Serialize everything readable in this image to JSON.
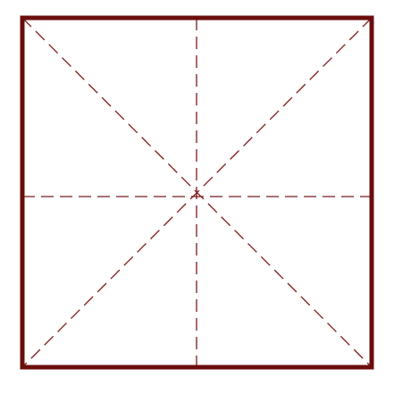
{
  "grid": {
    "type": "mi-zi-ge",
    "colors": {
      "border": "#6b0d0d",
      "guide": "#7a1a1a",
      "background": "#ffffff"
    },
    "guides": [
      "horizontal-center",
      "vertical-center",
      "diagonal-down",
      "diagonal-up"
    ],
    "guide_style": "dashed"
  }
}
